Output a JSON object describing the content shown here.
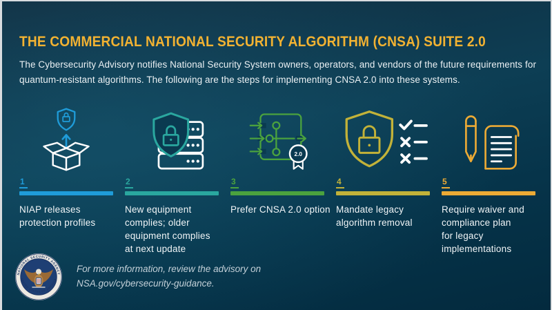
{
  "page": {
    "title": "THE COMMERCIAL NATIONAL SECURITY ALGORITHM (CNSA) SUITE 2.0",
    "subtitle": "The Cybersecurity Advisory notifies National Security System owners, operators, and vendors of the future requirements for quantum-resistant algorithms. The following are the steps for implementing CNSA 2.0 into these systems."
  },
  "colors": {
    "title": "#f2b232",
    "body_text": "#eaf0f3",
    "label_text": "#f1f5f7",
    "footer_text": "#c3d0d8",
    "step1": "#1f9cd9",
    "step2": "#2aa79f",
    "step3": "#4ba23e",
    "step4": "#c2b239",
    "step5": "#ecaa35"
  },
  "steps": [
    {
      "number": "1",
      "color": "#1f9cd9",
      "icon": "box-shield-icon",
      "label": "NIAP releases\nprotection profiles"
    },
    {
      "number": "2",
      "color": "#2aa79f",
      "icon": "server-shield-icon",
      "label": "New equipment\ncomplies; older\nequipment complies\nat next update"
    },
    {
      "number": "3",
      "color": "#4ba23e",
      "icon": "algorithm-award-icon",
      "label": "Prefer CNSA 2.0 option",
      "badge": "2.0"
    },
    {
      "number": "4",
      "color": "#c2b239",
      "icon": "shield-checklist-icon",
      "label": "Mandate legacy\nalgorithm removal"
    },
    {
      "number": "5",
      "color": "#ecaa35",
      "icon": "pen-document-icon",
      "label": "Require waiver and\ncompliance plan\nfor legacy\nimplementations"
    }
  ],
  "footer": {
    "text": "For more information, review the advisory on\nNSA.gov/cybersecurity-guidance.",
    "seal_top_text": "NATIONAL SECURITY AGENCY",
    "seal_bottom_text": "UNITED STATES OF AMERICA"
  }
}
